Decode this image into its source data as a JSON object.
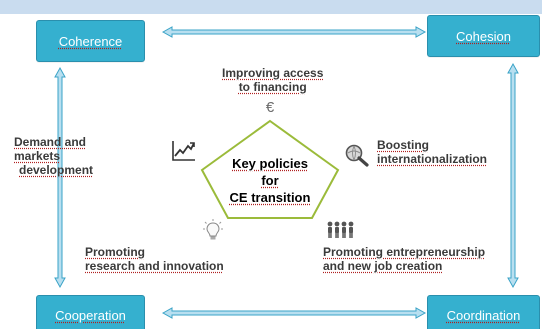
{
  "boxes": {
    "coherence": "Coherence",
    "cohesion": "Cohesion",
    "cooperation": "Cooperation",
    "coordination": "Coordination"
  },
  "center": {
    "line1": "Key policies",
    "line2": "for",
    "line3": "CE transition"
  },
  "labels": {
    "financing": [
      "Improving access",
      "to financing"
    ],
    "demand": [
      "Demand and",
      "markets",
      "development"
    ],
    "boosting": [
      "Boosting",
      "internationalization"
    ],
    "research": [
      "Promoting",
      "research and innovation"
    ],
    "entrepreneurship": [
      "Promoting entrepreneurship",
      "and new job creation"
    ]
  },
  "icons": {
    "euro": "€",
    "names": [
      "euro-icon",
      "growth-chart-icon",
      "magnifier-globe-icon",
      "lightbulb-icon",
      "people-group-icon"
    ]
  },
  "colors": {
    "background": "#c9dcef",
    "box_fill": "#35b0cf",
    "arrow_fill": "#b8dff0",
    "arrow_stroke": "#3aa3c7",
    "pentagon_stroke": "#9bbb3a"
  }
}
